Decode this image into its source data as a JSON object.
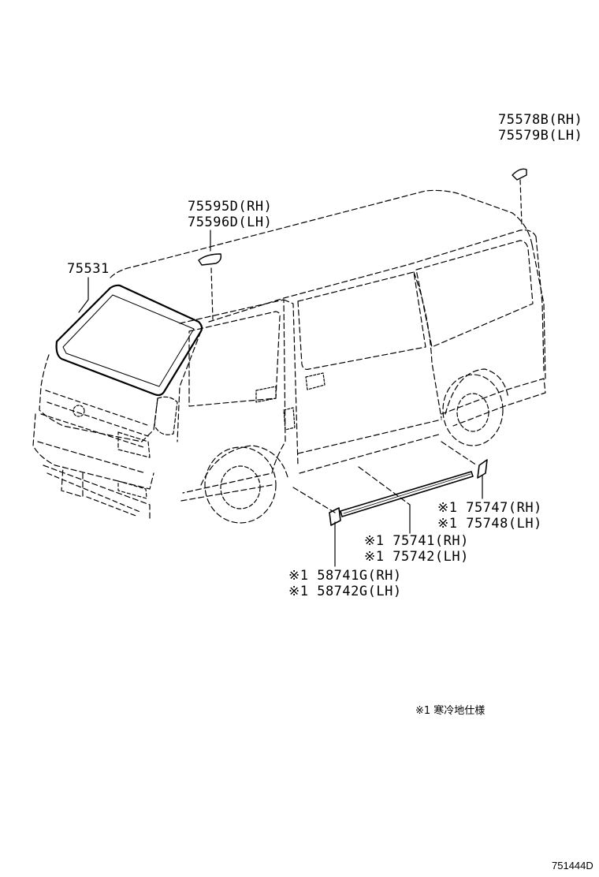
{
  "labels": {
    "p75578b": "75578B(RH)",
    "p75579b": "75579B(LH)",
    "p75595d": "75595D(RH)",
    "p75596d": "75596D(LH)",
    "p75531": "75531",
    "p75747": "※1 75747(RH)",
    "p75748": "※1 75748(LH)",
    "p75741": "※1 75741(RH)",
    "p75742": "※1 75742(LH)",
    "p58741g": "※1 58741G(RH)",
    "p58742g": "※1 58742G(LH)"
  },
  "footnote": "※1 寒冷地仕様",
  "figure_code": "751444D"
}
